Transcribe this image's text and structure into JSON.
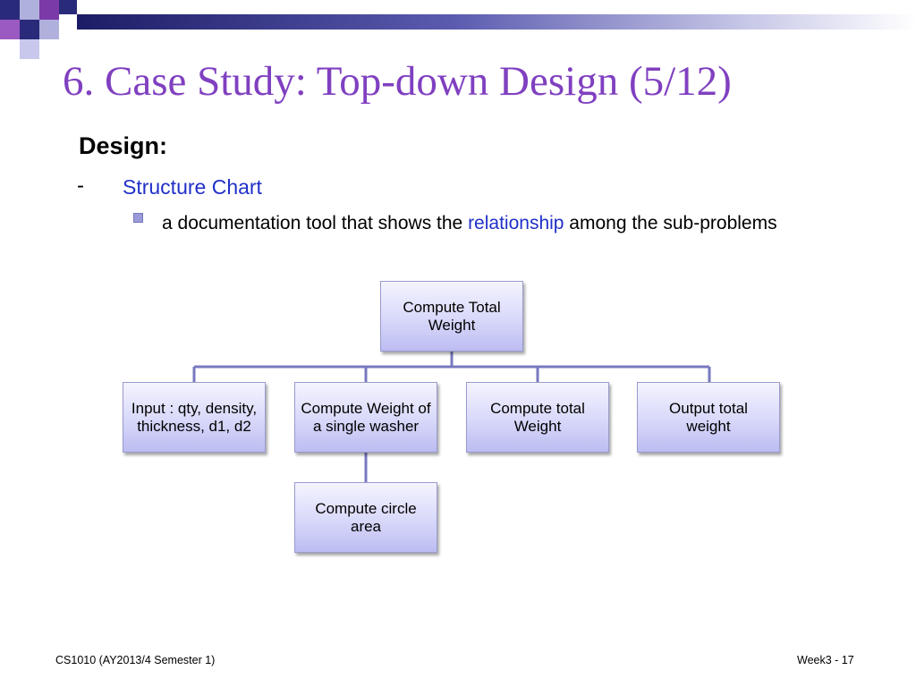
{
  "slide": {
    "title": "6. Case Study: Top-down Design (5/12)",
    "heading": "Design:",
    "bullet_level1": {
      "marker": "-",
      "text": "Structure Chart"
    },
    "bullet_level2": {
      "text_before": "a documentation tool that shows the ",
      "highlight": "relationship",
      "text_after": " among the sub-problems"
    }
  },
  "structure_chart": {
    "root": "Compute Total Weight",
    "children": [
      "Input : qty, density, thickness, d1, d2",
      "Compute Weight of a single washer",
      "Compute total Weight",
      "Output total weight"
    ],
    "grandchild": "Compute circle area"
  },
  "footer": {
    "left": "CS1010 (AY2013/4 Semester 1)",
    "right": "Week3 - 17"
  },
  "colors": {
    "title": "#8040c0",
    "accent_blue": "#2030c8",
    "box_fill": "#d8d8fa",
    "connector": "#7878c0"
  }
}
